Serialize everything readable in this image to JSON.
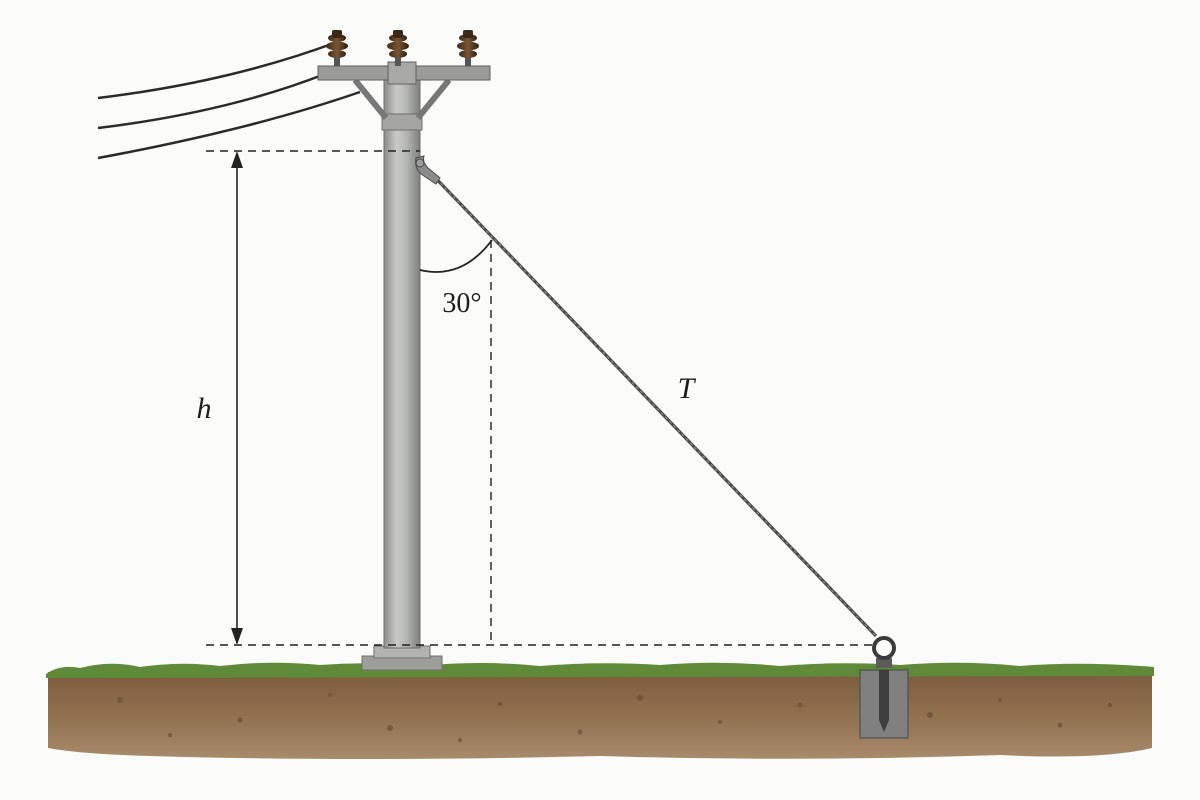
{
  "diagram": {
    "labels": {
      "height": "h",
      "angle": "30°",
      "tension": "T"
    },
    "angle_degrees": 30,
    "colors": {
      "background": "#fbfbfa",
      "pole": "#a9aaa8",
      "cable": "#555555",
      "soil": "#8a6a49",
      "grass": "#5e8a3a",
      "dimension_line": "#222222"
    }
  }
}
